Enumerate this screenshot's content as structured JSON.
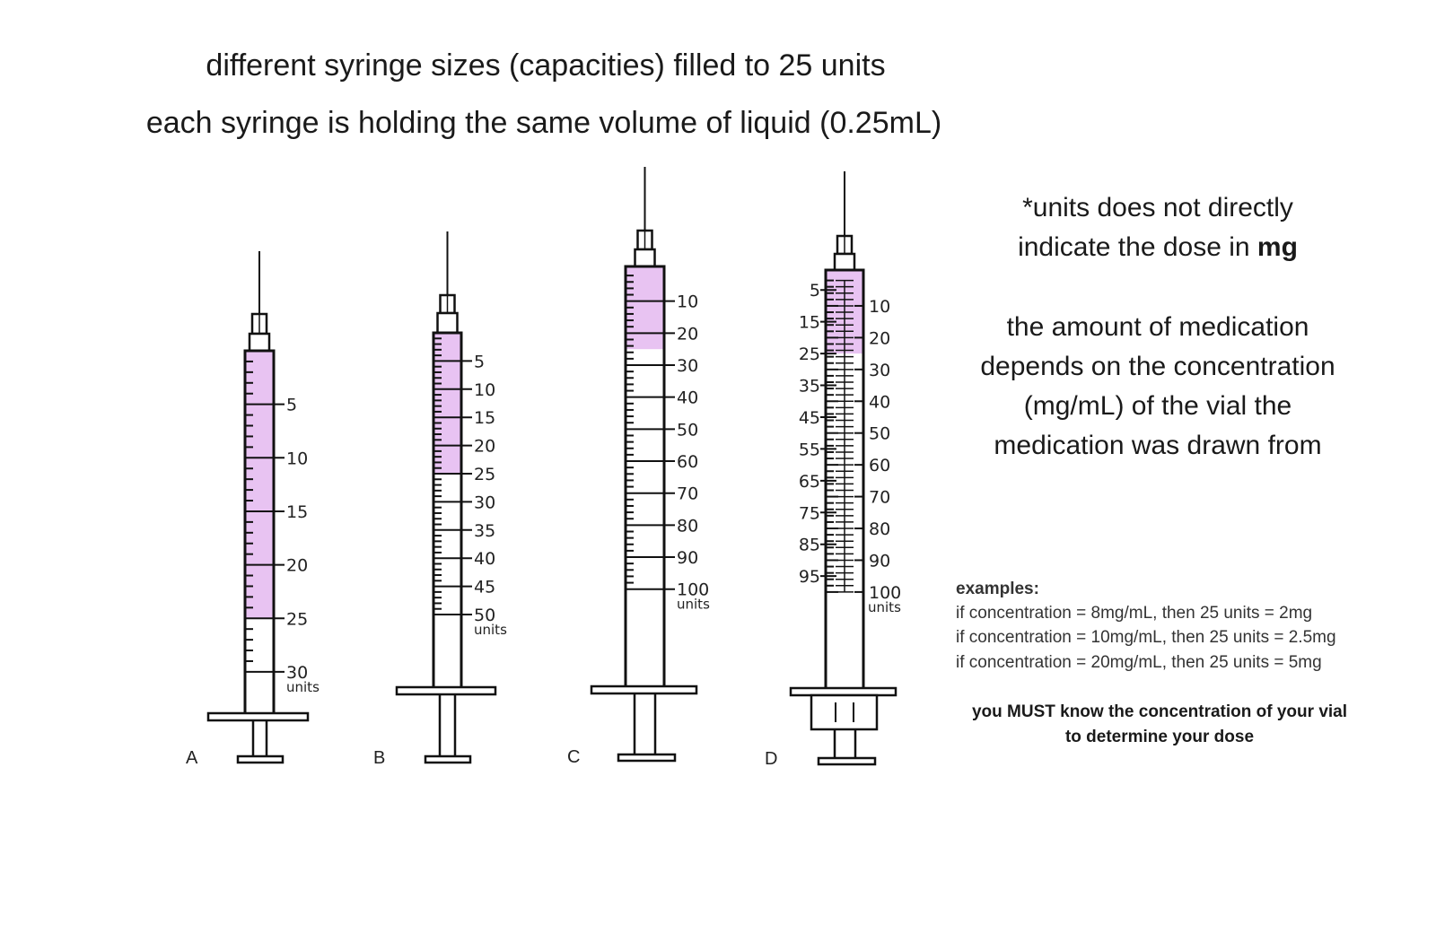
{
  "header": {
    "title": "different syringe sizes (capacities) filled to 25 units",
    "subtitle": "each syringe is holding the same volume of liquid (0.25mL)"
  },
  "note": {
    "line1": "*units does not directly",
    "line2_prefix": "indicate the dose in ",
    "line2_bold": "mg",
    "para_lines": [
      "the amount of medication",
      "depends on the concentration",
      "(mg/mL) of the vial the",
      "medication was drawn from"
    ]
  },
  "examples": {
    "heading": "examples:",
    "lines": [
      "if concentration = 8mg/mL, then 25 units = 2mg",
      "if concentration = 10mg/mL, then 25 units = 2.5mg",
      "if concentration = 20mg/mL, then 25 units = 5mg"
    ],
    "warning_lines": [
      "you MUST know the concentration of your vial",
      "to determine your dose"
    ]
  },
  "colors": {
    "fill": "#e8c3f2",
    "ink": "#111111"
  },
  "syringes": [
    {
      "letter": "A",
      "capacity": 30,
      "fill_units": 25,
      "labels": [
        "5",
        "10",
        "15",
        "20",
        "25",
        "30"
      ],
      "units_label": "units"
    },
    {
      "letter": "B",
      "capacity": 50,
      "fill_units": 25,
      "labels": [
        "5",
        "10",
        "15",
        "20",
        "25",
        "30",
        "35",
        "40",
        "45",
        "50"
      ],
      "units_label": "units"
    },
    {
      "letter": "C",
      "capacity": 100,
      "fill_units": 25,
      "labels": [
        "10",
        "20",
        "30",
        "40",
        "50",
        "60",
        "70",
        "80",
        "90",
        "100"
      ],
      "units_label": "units"
    },
    {
      "letter": "D",
      "capacity": 100,
      "fill_units": 25,
      "labels": [
        "10",
        "20",
        "30",
        "40",
        "50",
        "60",
        "70",
        "80",
        "90",
        "100"
      ],
      "left_labels": [
        "5",
        "15",
        "25",
        "35",
        "45",
        "55",
        "65",
        "75",
        "85",
        "95"
      ],
      "units_label": "units"
    }
  ]
}
